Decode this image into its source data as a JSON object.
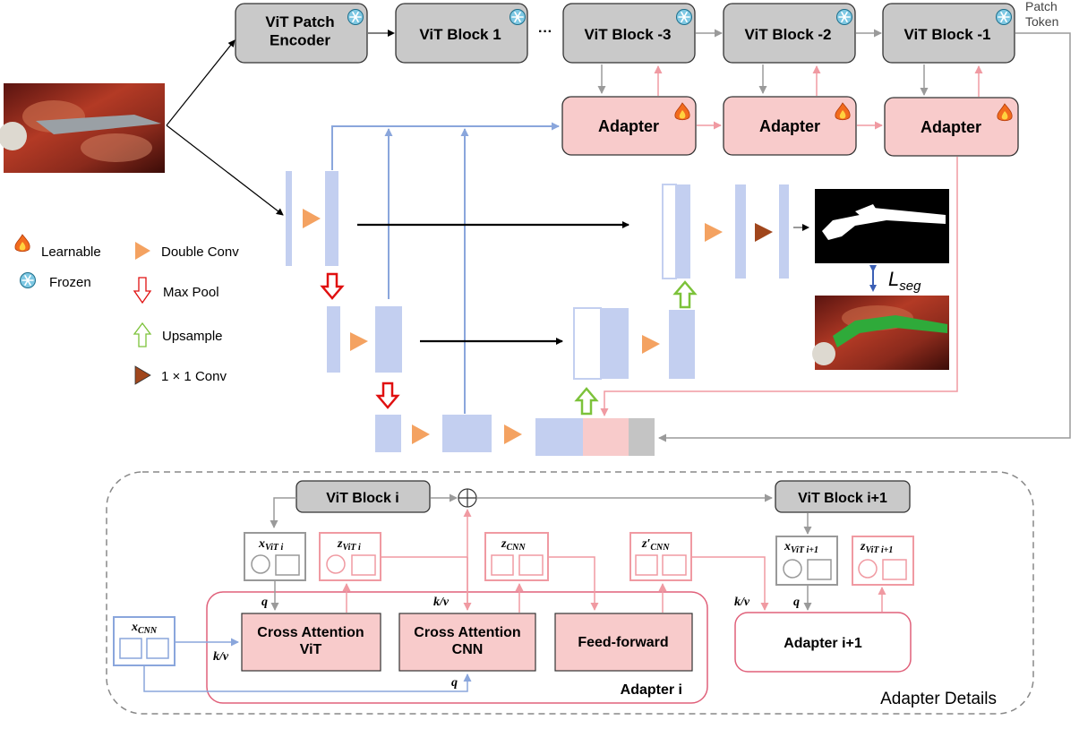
{
  "colors": {
    "vit_fill": "#c9c9c9",
    "adapter_fill": "#f8cbcb",
    "adapter_stroke": "#e0607a",
    "cnn_fill": "#c3cff0",
    "cnn_stroke": "#8fa8e0",
    "double_conv": "#f4a261",
    "conv1x1": "#a0461c",
    "maxpool": "#e01010",
    "upsample": "#7cc23a",
    "gray_arrow": "#9a9a9a",
    "pink_arrow": "#f09aa2",
    "blue_arrow": "#8aa6dc"
  },
  "top": {
    "patch_encoder": "ViT Patch\nEncoder",
    "block1": "ViT Block 1",
    "ellipsis": "···",
    "block_m3": "ViT Block -3",
    "block_m2": "ViT Block -2",
    "block_m1": "ViT Block -1",
    "patch_token": "Patch\nToken",
    "adapter": "Adapter"
  },
  "legend": {
    "learnable": "Learnable",
    "frozen": "Frozen",
    "double_conv": "Double Conv",
    "max_pool": "Max Pool",
    "upsample": "Upsample",
    "conv1x1": "1 × 1 Conv"
  },
  "loss_label": "L",
  "loss_sub": "seg",
  "detail": {
    "title": "Adapter Details",
    "vit_block_i": "ViT Block i",
    "vit_block_i1": "ViT Block i+1",
    "x_vit_i": "x",
    "x_vit_i_sub": "ViT i",
    "z_vit_i": "z",
    "z_vit_i_sub": "ViT i",
    "z_cnn": "z",
    "z_cnn_sub": "CNN",
    "z_prime_cnn": "z′",
    "z_prime_cnn_sub": "CNN",
    "x_vit_i1": "x",
    "x_vit_i1_sub": "ViT i+1",
    "z_vit_i1": "z",
    "z_vit_i1_sub": "ViT i+1",
    "x_cnn": "x",
    "x_cnn_sub": "CNN",
    "cross_attn_vit": "Cross Attention\nViT",
    "cross_attn_cnn": "Cross Attention\nCNN",
    "feed_forward": "Feed-forward",
    "adapter_i": "Adapter  i",
    "adapter_i1": "Adapter  i+1",
    "q": "q",
    "kv": "k/v"
  }
}
